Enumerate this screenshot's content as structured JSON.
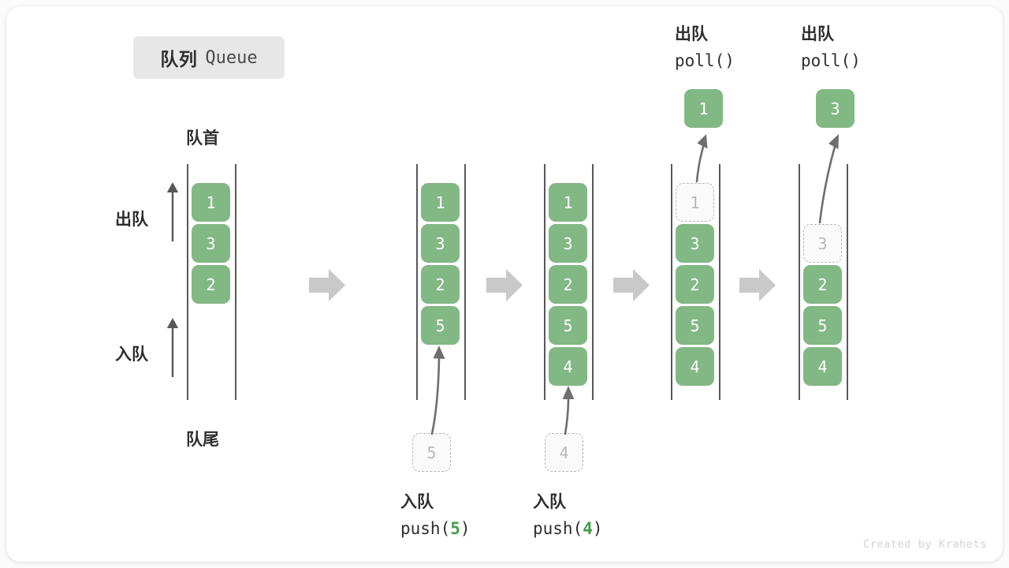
{
  "title": {
    "cn": "队列",
    "en": "Queue"
  },
  "labels": {
    "head": "队首",
    "tail": "队尾",
    "dequeue_side": "出队",
    "enqueue_side": "入队"
  },
  "colors": {
    "box_fill": "#82b884",
    "box_text": "#ffffff",
    "ghost_text": "#b9b9b9",
    "ghost_border": "#b8b8b8",
    "rail": "#585858",
    "flow_arrow": "#c9c9c9",
    "accent_number": "#3f9e4d",
    "badge_bg": "#e7e7e7",
    "card_bg": "#ffffff"
  },
  "columns": [
    {
      "id": "state-0",
      "slots": [
        {
          "value": "1",
          "state": "filled"
        },
        {
          "value": "3",
          "state": "filled"
        },
        {
          "value": "2",
          "state": "filled"
        },
        {
          "value": "",
          "state": "empty"
        },
        {
          "value": "",
          "state": "empty"
        }
      ]
    },
    {
      "id": "state-1",
      "slots": [
        {
          "value": "1",
          "state": "filled"
        },
        {
          "value": "3",
          "state": "filled"
        },
        {
          "value": "2",
          "state": "filled"
        },
        {
          "value": "5",
          "state": "filled"
        },
        {
          "value": "",
          "state": "empty"
        }
      ]
    },
    {
      "id": "state-2",
      "slots": [
        {
          "value": "1",
          "state": "filled"
        },
        {
          "value": "3",
          "state": "filled"
        },
        {
          "value": "2",
          "state": "filled"
        },
        {
          "value": "5",
          "state": "filled"
        },
        {
          "value": "4",
          "state": "filled"
        }
      ]
    },
    {
      "id": "state-3",
      "slots": [
        {
          "value": "1",
          "state": "ghost"
        },
        {
          "value": "3",
          "state": "filled"
        },
        {
          "value": "2",
          "state": "filled"
        },
        {
          "value": "5",
          "state": "filled"
        },
        {
          "value": "4",
          "state": "filled"
        }
      ]
    },
    {
      "id": "state-4",
      "slots": [
        {
          "value": "",
          "state": "empty"
        },
        {
          "value": "3",
          "state": "ghost"
        },
        {
          "value": "2",
          "state": "filled"
        },
        {
          "value": "5",
          "state": "filled"
        },
        {
          "value": "4",
          "state": "filled"
        }
      ]
    }
  ],
  "push_ops": [
    {
      "ghost_value": "5",
      "cn": "入队",
      "fn_prefix": "push(",
      "num": "5",
      "fn_suffix": ")"
    },
    {
      "ghost_value": "4",
      "cn": "入队",
      "fn_prefix": "push(",
      "num": "4",
      "fn_suffix": ")"
    }
  ],
  "poll_ops": [
    {
      "cn": "出队",
      "fn": "poll()",
      "value": "1"
    },
    {
      "cn": "出队",
      "fn": "poll()",
      "value": "3"
    }
  ],
  "watermark": "Created by Krahets"
}
